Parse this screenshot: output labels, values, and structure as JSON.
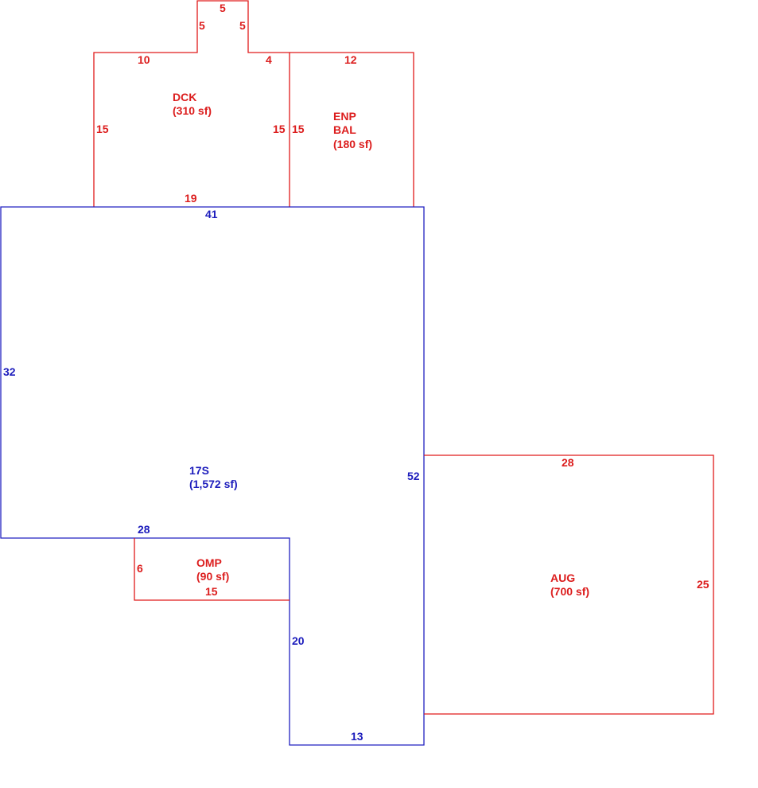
{
  "colors": {
    "exterior": "#e01a1a",
    "main": "#2020c0"
  },
  "areas": {
    "dck": {
      "code": "DCK",
      "area": "(310 sf)"
    },
    "enp": {
      "code1": "ENP",
      "code2": "BAL",
      "area": "(180 sf)"
    },
    "main": {
      "code": "17S",
      "area": "(1,572 sf)"
    },
    "omp": {
      "code": "OMP",
      "area": "(90 sf)"
    },
    "aug": {
      "code": "AUG",
      "area": "(700 sf)"
    }
  },
  "dims": {
    "dck_top_notch": "5",
    "dck_notch_left": "5",
    "dck_notch_right": "5",
    "dck_top_left": "10",
    "dck_top_right": "4",
    "dck_left": "15",
    "dck_right": "15",
    "dck_bottom": "19",
    "enp_top": "12",
    "enp_left": "15",
    "main_top": "41",
    "main_left": "32",
    "main_right": "52",
    "main_mid": "28",
    "main_lower_left": "20",
    "main_bottom": "13",
    "omp_left": "6",
    "omp_bottom": "15",
    "aug_top": "28",
    "aug_right": "25"
  }
}
